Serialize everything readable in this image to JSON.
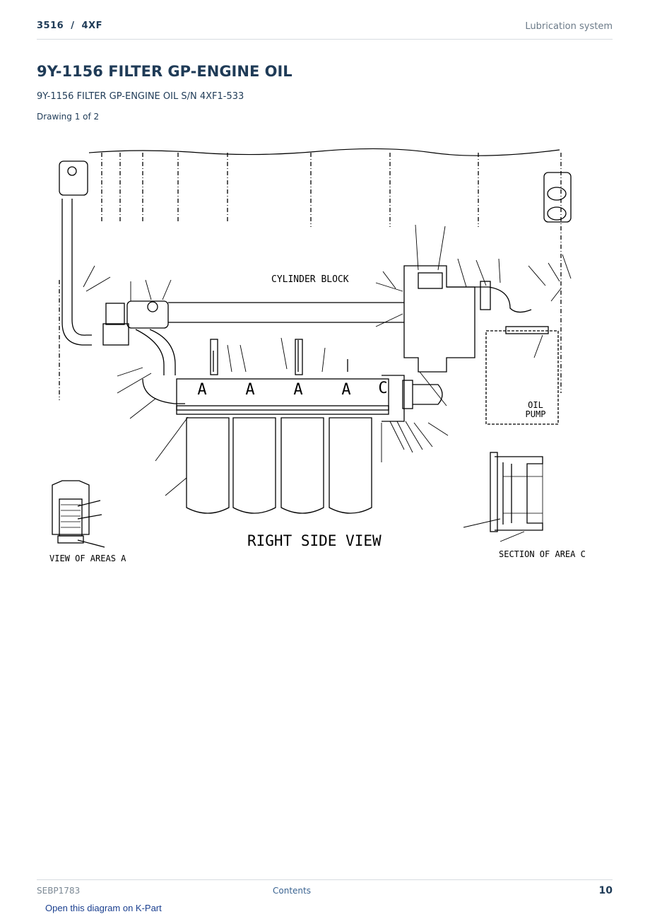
{
  "header": {
    "model": "3516  /  4XF",
    "section": "Lubrication system"
  },
  "title": "9Y-1156 FILTER GP-ENGINE OIL",
  "subtitle": "9Y-1156 FILTER GP-ENGINE OIL S/N 4XF1-533",
  "drawing_label": "Drawing 1 of 2",
  "diagram": {
    "labels": {
      "cylinder_block": "CYLINDER BLOCK",
      "oil_pump_line1": "OIL",
      "oil_pump_line2": "PUMP",
      "right_side_view": "RIGHT SIDE VIEW",
      "view_of_areas_a": "VIEW OF AREAS A",
      "section_of_area_c": "SECTION OF AREA C",
      "area_a": "A",
      "area_c": "C"
    }
  },
  "footer": {
    "doc_code": "SEBP1783",
    "contents_link": "Contents",
    "page_number": "10",
    "kpart_link": "Open this diagram on K-Part"
  }
}
